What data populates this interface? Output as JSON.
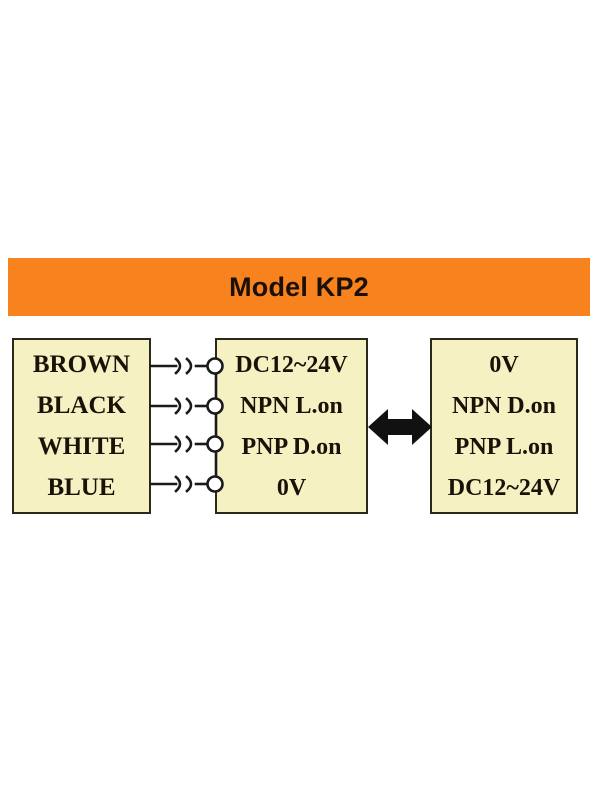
{
  "header": {
    "title": "Model KP2",
    "band_color": "#F7821E",
    "title_color": "#1a1008"
  },
  "colors": {
    "box_fill": "#F6F1C2",
    "box_border": "#2a2a1a",
    "wire": "#1a1a1a",
    "terminal_fill": "#ffffff",
    "arrow": "#111111",
    "background": "#ffffff"
  },
  "diagram": {
    "type": "sensor-wiring-diagram",
    "wire_colors_box": {
      "name": "wire-colors",
      "rows": [
        {
          "label": "BROWN"
        },
        {
          "label": "BLACK"
        },
        {
          "label": "WHITE"
        },
        {
          "label": "BLUE"
        }
      ]
    },
    "npn_box": {
      "name": "npn-configuration",
      "rows": [
        {
          "label": "DC12~24V"
        },
        {
          "label": "NPN L.on"
        },
        {
          "label": "PNP D.on"
        },
        {
          "label": "0V"
        }
      ]
    },
    "pnp_box": {
      "name": "pnp-configuration",
      "rows": [
        {
          "label": "0V"
        },
        {
          "label": "NPN D.on"
        },
        {
          "label": "PNP L.on"
        },
        {
          "label": "DC12~24V"
        }
      ]
    },
    "connectors": {
      "count": 4,
      "symbol": "wire-break",
      "terminal": "circle-terminal"
    },
    "arrow": {
      "name": "double-headed-arrow",
      "direction": "bidirectional"
    }
  }
}
